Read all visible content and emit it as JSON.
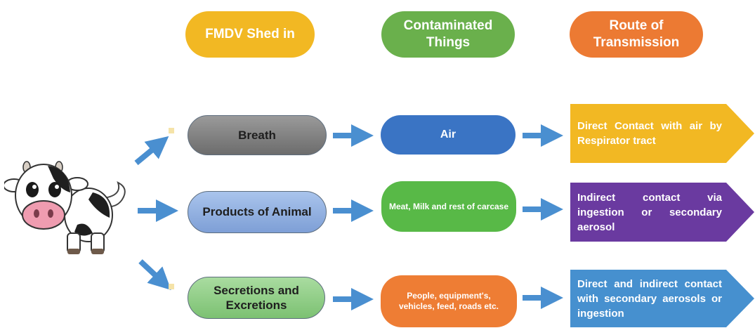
{
  "headers": {
    "shed_in": "FMDV Shed in",
    "contaminated_things": "Contaminated Things",
    "route_of_transmission": "Route of Transmission"
  },
  "rows": [
    {
      "source": "Breath",
      "contaminated": "Air",
      "route": "Direct Contact with air by Respirator tract"
    },
    {
      "source": "Products of Animal",
      "contaminated": "Meat, Milk and rest of carcase",
      "route": "Indirect contact via ingestion or secondary aerosol"
    },
    {
      "source": "Secretions and Excretions",
      "contaminated": "People, equipment's, vehicles, feed, roads etc.",
      "route": "Direct and indirect contact with secondary aerosols or ingestion"
    }
  ],
  "colors": {
    "header_shed": "#f2b823",
    "header_contaminated": "#6ab04c",
    "header_route": "#ec7a33",
    "arrow": "#4a8fd0",
    "route_1": "#f2b823",
    "route_2": "#6a3aa0",
    "route_3": "#4690cf"
  },
  "icons": {
    "source_animal": "cow-icon"
  }
}
